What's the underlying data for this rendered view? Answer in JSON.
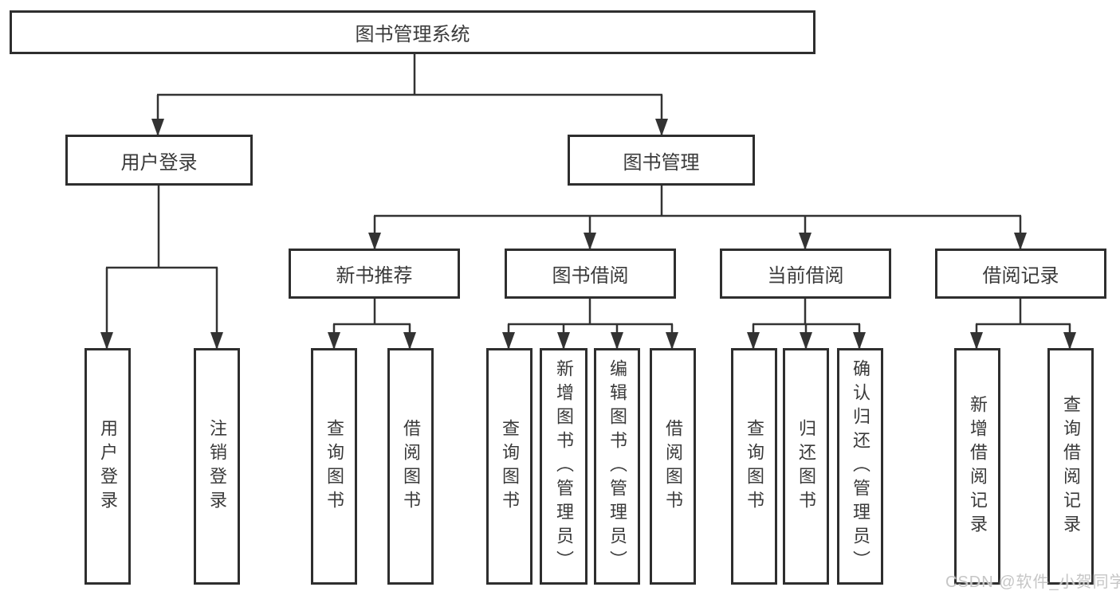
{
  "tree": {
    "root": {
      "label": "图书管理系统"
    },
    "login": {
      "label": "用户登录",
      "children": [
        {
          "label": "用户登录"
        },
        {
          "label": "注销登录"
        }
      ]
    },
    "management": {
      "label": "图书管理",
      "sections": [
        {
          "label": "新书推荐",
          "children": [
            {
              "label": "查询图书"
            },
            {
              "label": "借阅图书"
            }
          ]
        },
        {
          "label": "图书借阅",
          "children": [
            {
              "label": "查询图书"
            },
            {
              "label": "新增图书（管理员）"
            },
            {
              "label": "编辑图书（管理员）"
            },
            {
              "label": "借阅图书"
            }
          ]
        },
        {
          "label": "当前借阅",
          "children": [
            {
              "label": "查询图书"
            },
            {
              "label": "归还图书"
            },
            {
              "label": "确认归还（管理员）"
            }
          ]
        },
        {
          "label": "借阅记录",
          "children": [
            {
              "label": "新增借阅记录"
            },
            {
              "label": "查询借阅记录"
            }
          ]
        }
      ]
    }
  },
  "watermark": {
    "text": "CSDN @软件_小贺同学",
    "color": "#c6c6c6"
  },
  "colors": {
    "background": "#ffffff",
    "line": "#333333",
    "box_border": "#2e2e2e",
    "text": "#3a3a3a"
  }
}
